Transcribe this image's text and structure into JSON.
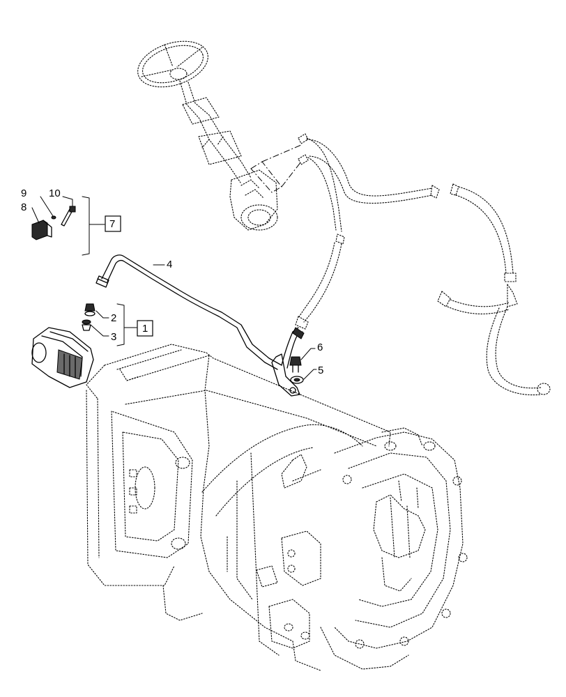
{
  "diagram": {
    "callouts": {
      "c1": "1",
      "c2": "2",
      "c3": "3",
      "c4": "4",
      "c5": "5",
      "c6": "6",
      "c7": "7",
      "c8": "8",
      "c9": "9",
      "c10": "10"
    },
    "colors": {
      "line": "#000000",
      "background": "#ffffff",
      "part_fill": "#2a2a2a"
    }
  }
}
